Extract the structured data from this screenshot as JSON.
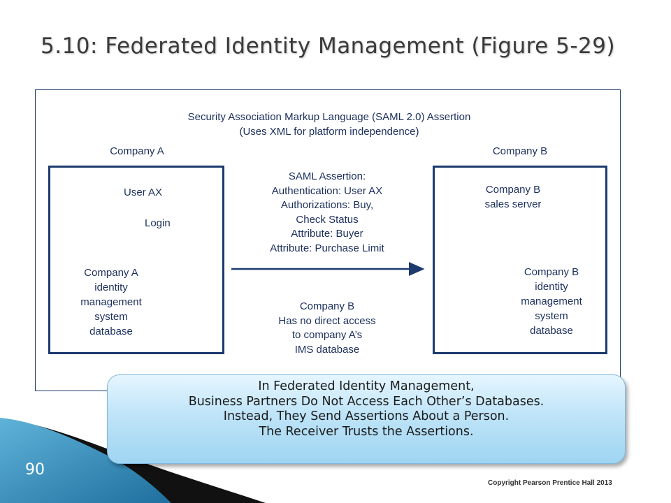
{
  "slide": {
    "title": "5.10: Federated Identity Management (Figure 5-29)",
    "page_number": "90",
    "copyright": "Copyright Pearson Prentice Hall 2013"
  },
  "figure": {
    "header_line1": "Security Association Markup Language (SAML 2.0) Assertion",
    "header_line2": "(Uses XML for platform independence)",
    "company_a_label": "Company A",
    "company_b_label": "Company B",
    "user_label": "User AX",
    "login_label": "Login",
    "company_a_db_lines": [
      "Company A",
      "identity",
      "management",
      "system",
      "database"
    ],
    "assertion_lines": [
      "SAML Assertion:",
      "Authentication: User AX",
      "Authorizations: Buy,",
      "Check Status",
      "Attribute: Buyer",
      "Attribute: Purchase Limit"
    ],
    "no_access_lines": [
      "Company B",
      "Has no direct access",
      "to company A’s",
      "IMS database"
    ],
    "server_lines": [
      "Company B",
      "sales server"
    ],
    "company_b_db_lines": [
      "Company B",
      "identity",
      "management",
      "system",
      "database"
    ]
  },
  "callout": {
    "lines": [
      "In Federated Identity Management,",
      "Business Partners Do Not Access Each Other’s Databases.",
      "Instead, They Send Assertions About a Person.",
      "The Receiver Trusts the Assertions."
    ]
  },
  "colors": {
    "diagram_navy": "#1c3a6e",
    "shape_fill": "#c9c9ec",
    "callout_blue": "#bfe4f8",
    "slide_accent": "#2a7ab0"
  },
  "icons": [
    "desktop-computer-icon",
    "server-tower-icon"
  ]
}
